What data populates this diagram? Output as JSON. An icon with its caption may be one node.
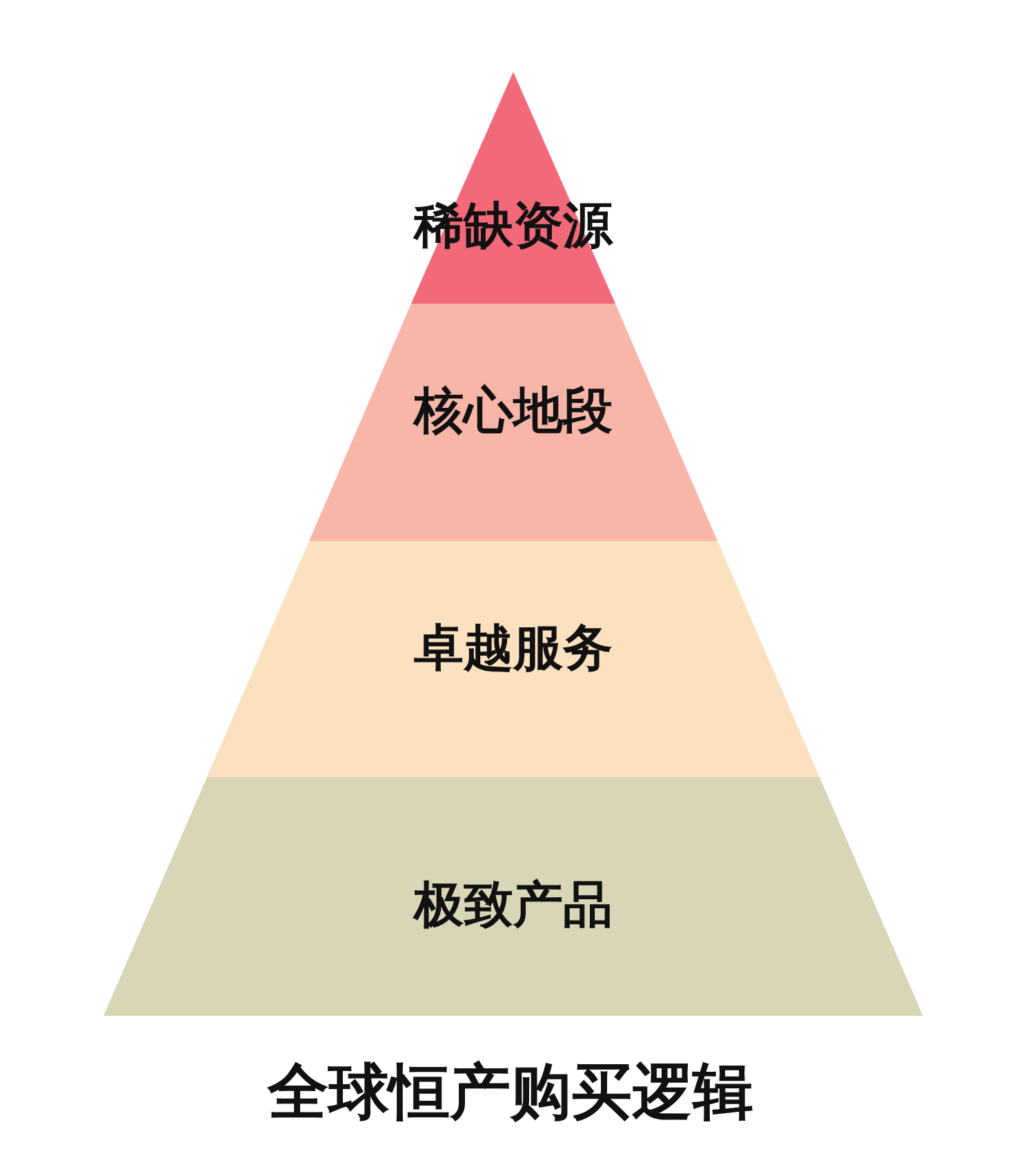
{
  "diagram": {
    "title": "全球恒产购买逻辑",
    "nodes": [
      {
        "text": [
          "稀缺资源"
        ]
      },
      {
        "text": [
          "核心地段"
        ]
      },
      {
        "text": [
          "卓越服务"
        ]
      },
      {
        "text": [
          "极致产品"
        ]
      }
    ]
  }
}
